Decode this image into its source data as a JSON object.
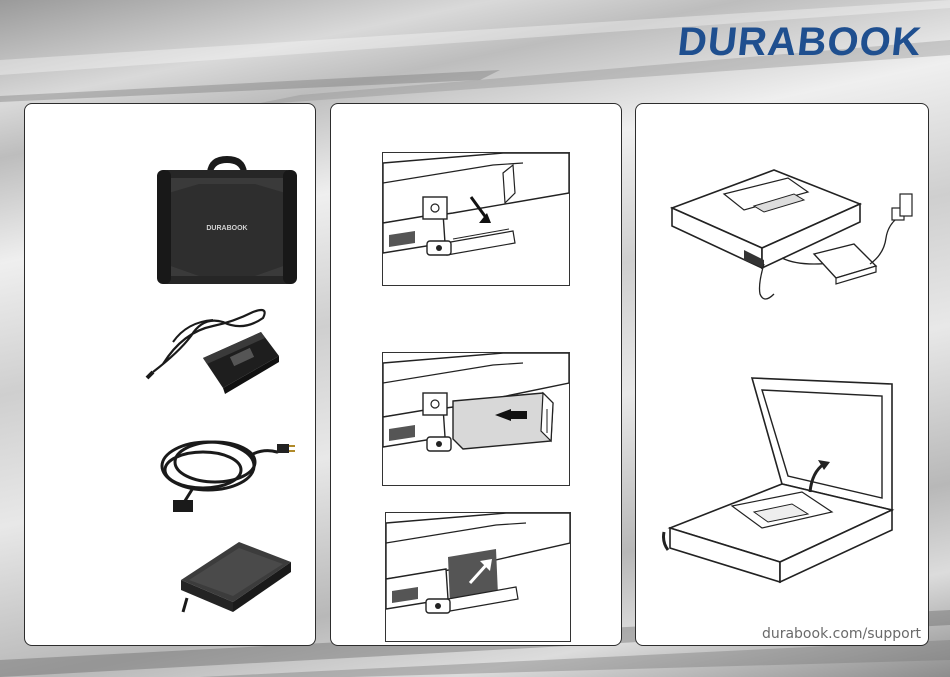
{
  "brand": {
    "logo_text": "DURABOOK",
    "case_label": "DURABOOK",
    "color": "#1f4f8f"
  },
  "footer": {
    "support_url": "durabook.com/support"
  },
  "panels": {
    "contents": {
      "items": [
        "carry-case",
        "ac-adapter",
        "power-cord",
        "battery"
      ]
    },
    "battery_install": {
      "steps": [
        "open-battery-bay",
        "insert-battery",
        "close-battery-cover"
      ]
    },
    "power_on": {
      "steps": [
        "connect-ac-adapter",
        "open-lid"
      ]
    }
  }
}
